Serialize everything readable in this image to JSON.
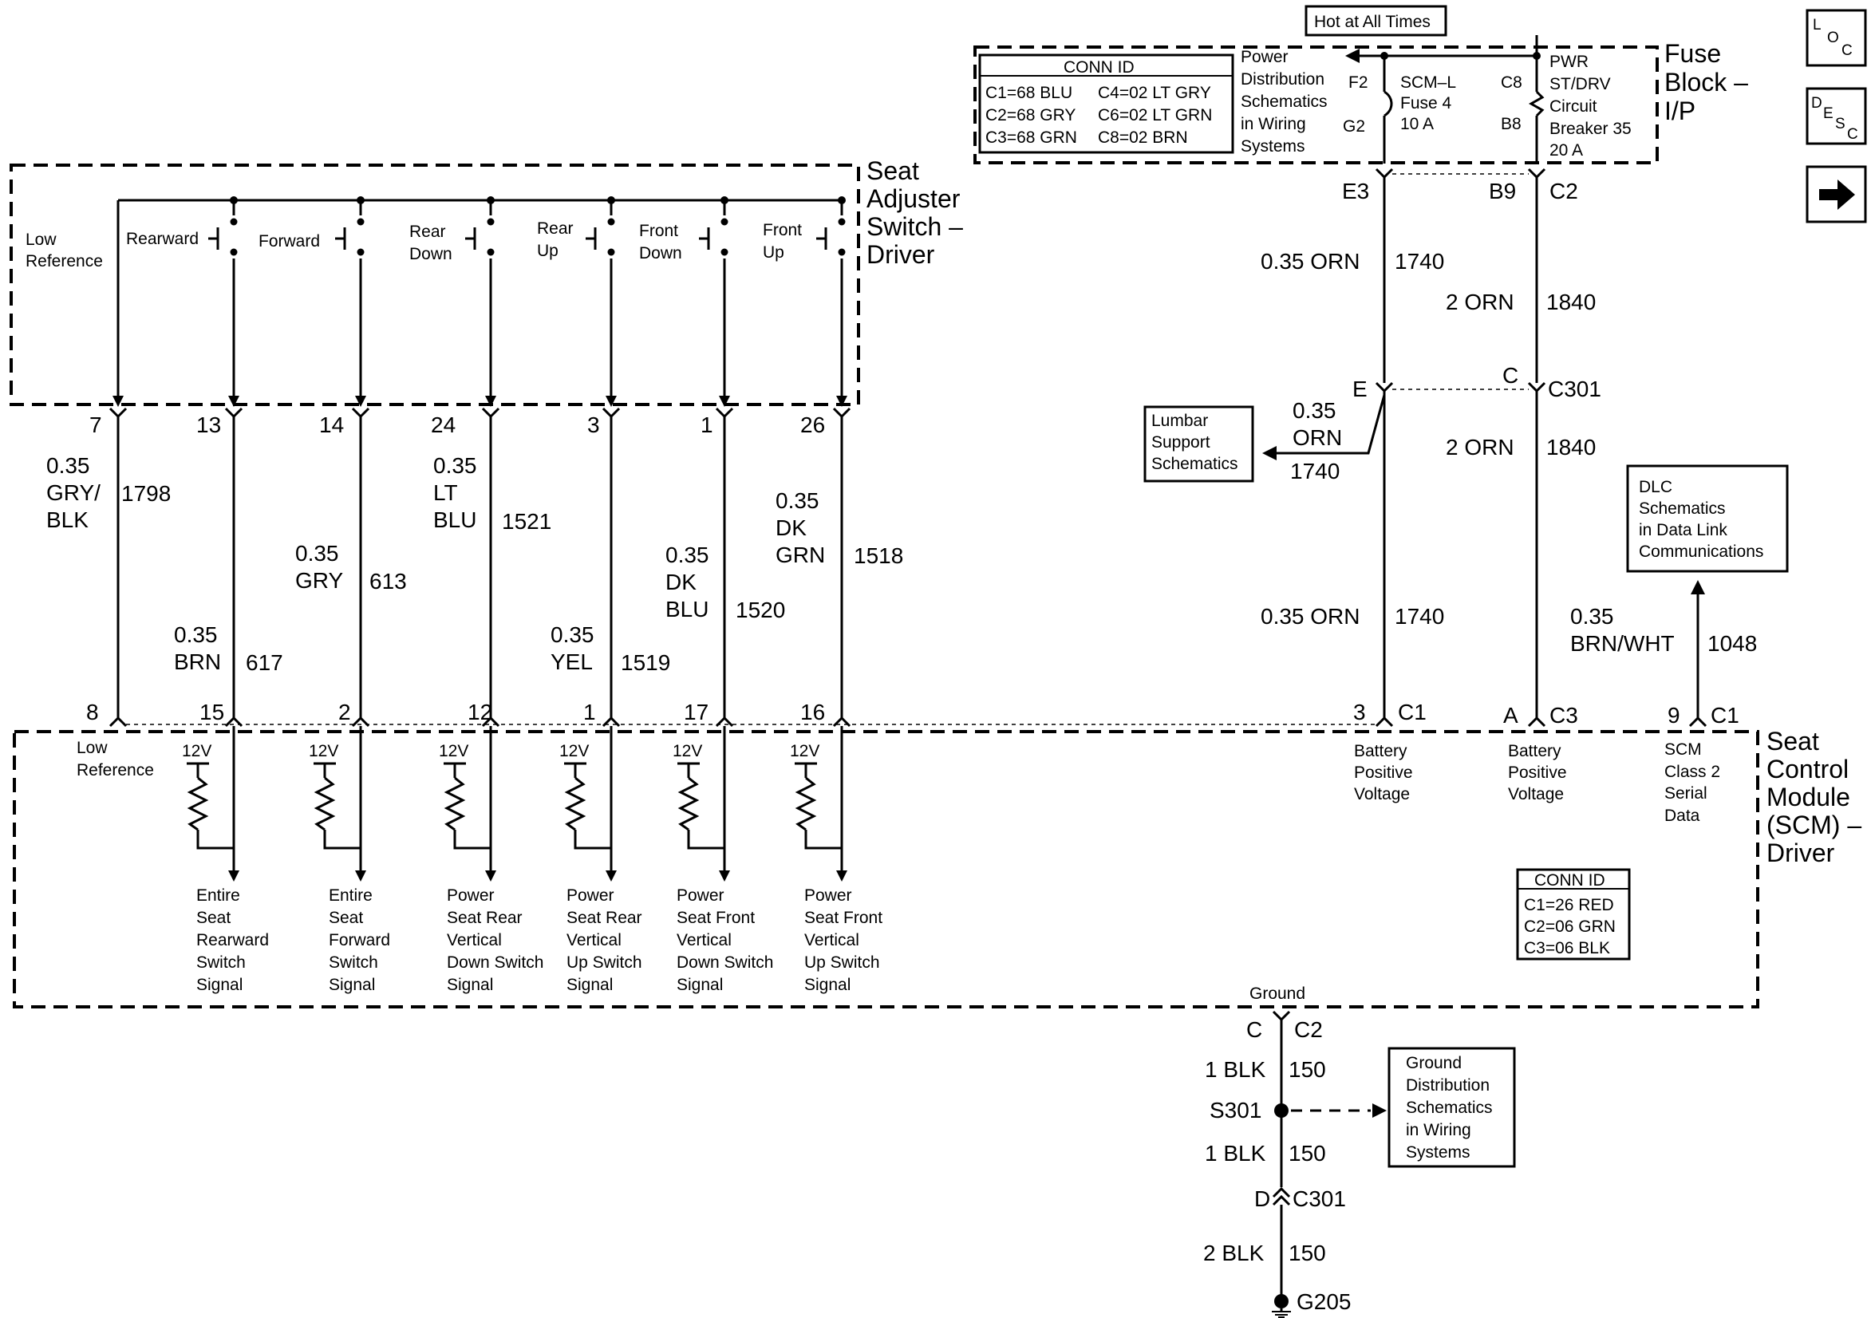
{
  "hot_label": "Hot at All Times",
  "fuse_block": {
    "title": [
      "Fuse",
      "Block –",
      "I/P"
    ],
    "conn_id": {
      "title": "CONN ID",
      "rows": [
        "C1=68 BLU",
        "C2=68 GRY",
        "C3=68 GRN",
        "C4=02 LT GRY",
        "C6=02 LT GRN",
        "C8=02 BRN"
      ]
    },
    "pds_ref": [
      "Power",
      "Distribution",
      "Schematics",
      "in Wiring",
      "Systems"
    ],
    "fuse_in": "F2",
    "fuse_out": "G2",
    "fuse_text": [
      "SCM–L",
      "Fuse 4",
      "10 A"
    ],
    "breaker_in": "C8",
    "breaker_out": "B8",
    "breaker_text": [
      "PWR",
      "ST/DRV",
      "Circuit",
      "Breaker 35",
      "20 A"
    ],
    "pin_e3": "E3",
    "pin_b9": "B9",
    "conn_c2": "C2"
  },
  "power_wires": {
    "wire_a_top": "0.35 ORN",
    "circ_a": "1740",
    "wire_b_top": "2 ORN",
    "circ_b": "1840",
    "c301_pin_e": "E",
    "c301_pin_c": "C",
    "c301": "C301",
    "lumbar_wire": [
      "0.35",
      "ORN",
      "1740"
    ],
    "wire_b_mid": "2 ORN",
    "wire_a_bot": "0.35 ORN"
  },
  "lumbar_ref": [
    "Lumbar",
    "Support",
    "Schematics"
  ],
  "dlc_ref": [
    "DLC",
    "Schematics",
    "in Data Link",
    "Communications"
  ],
  "dlc_wire": {
    "gauge": "0.35",
    "color": "BRN/WHT",
    "circuit": "1048"
  },
  "seat_switch": {
    "title": [
      "Seat",
      "Adjuster",
      "Switch –",
      "Driver"
    ],
    "low_ref": [
      "Low",
      "Reference"
    ],
    "switches": [
      {
        "label": [
          "Rearward"
        ]
      },
      {
        "label": [
          "Forward"
        ]
      },
      {
        "label": [
          "Rear",
          "Down"
        ]
      },
      {
        "label": [
          "Rear",
          "Up"
        ]
      },
      {
        "label": [
          "Front",
          "Down"
        ]
      },
      {
        "label": [
          "Front",
          "Up"
        ]
      }
    ]
  },
  "switch_wires": [
    {
      "top_pin": "7",
      "bot_pin": "8",
      "wire": [
        "0.35",
        "GRY/",
        "BLK"
      ],
      "circuit": "1798"
    },
    {
      "top_pin": "13",
      "bot_pin": "15",
      "wire": [
        "0.35",
        "BRN"
      ],
      "circuit": "617"
    },
    {
      "top_pin": "14",
      "bot_pin": "2",
      "wire": [
        "0.35",
        "GRY"
      ],
      "circuit": "613"
    },
    {
      "top_pin": "24",
      "bot_pin": "12",
      "wire": [
        "0.35",
        "LT",
        "BLU"
      ],
      "circuit": "1521"
    },
    {
      "top_pin": "3",
      "bot_pin": "1",
      "wire": [
        "0.35",
        "YEL"
      ],
      "circuit": "1519"
    },
    {
      "top_pin": "1",
      "bot_pin": "17",
      "wire": [
        "0.35",
        "DK",
        "BLU"
      ],
      "circuit": "1520"
    },
    {
      "top_pin": "26",
      "bot_pin": "16",
      "wire": [
        "0.35",
        "DK",
        "GRN"
      ],
      "circuit": "1518"
    }
  ],
  "scm": {
    "title": [
      "Seat",
      "Control",
      "Module",
      "(SCM) –",
      "Driver"
    ],
    "low_ref": [
      "Low",
      "Reference"
    ],
    "pullup_voltage": "12V",
    "signals": [
      [
        "Entire",
        "Seat",
        "Rearward",
        "Switch",
        "Signal"
      ],
      [
        "Entire",
        "Seat",
        "Forward",
        "Switch",
        "Signal"
      ],
      [
        "Power",
        "Seat Rear",
        "Vertical",
        "Down Switch",
        "Signal"
      ],
      [
        "Power",
        "Seat Rear",
        "Vertical",
        "Up Switch",
        "Signal"
      ],
      [
        "Power",
        "Seat Front",
        "Vertical",
        "Down Switch",
        "Signal"
      ],
      [
        "Power",
        "Seat Front",
        "Vertical",
        "Up Switch",
        "Signal"
      ]
    ],
    "right_pins": [
      {
        "pin": "3",
        "conn": "C1",
        "label": [
          "Battery",
          "Positive",
          "Voltage"
        ]
      },
      {
        "pin": "A",
        "conn": "C3",
        "label": [
          "Battery",
          "Positive",
          "Voltage"
        ]
      },
      {
        "pin": "9",
        "conn": "C1",
        "label": [
          "SCM",
          "Class 2",
          "Serial",
          "Data"
        ]
      }
    ],
    "conn_id": {
      "title": "CONN ID",
      "rows": [
        "C1=26 RED",
        "C2=06 GRN",
        "C3=06 BLK"
      ]
    },
    "ground_label": "Ground"
  },
  "ground": {
    "pin": "C",
    "conn": "C2",
    "w1": "1 BLK",
    "w1c": "150",
    "splice": "S301",
    "w2": "1 BLK",
    "w2c": "150",
    "c301_pin": "D",
    "c301": "C301",
    "w3": "2 BLK",
    "w3c": "150",
    "g": "G205"
  },
  "ground_ref": [
    "Ground",
    "Distribution",
    "Schematics",
    "in Wiring",
    "Systems"
  ],
  "nav": {
    "loc": [
      "L",
      "O",
      "C"
    ],
    "desc": [
      "D",
      "E",
      "S",
      "C"
    ]
  }
}
